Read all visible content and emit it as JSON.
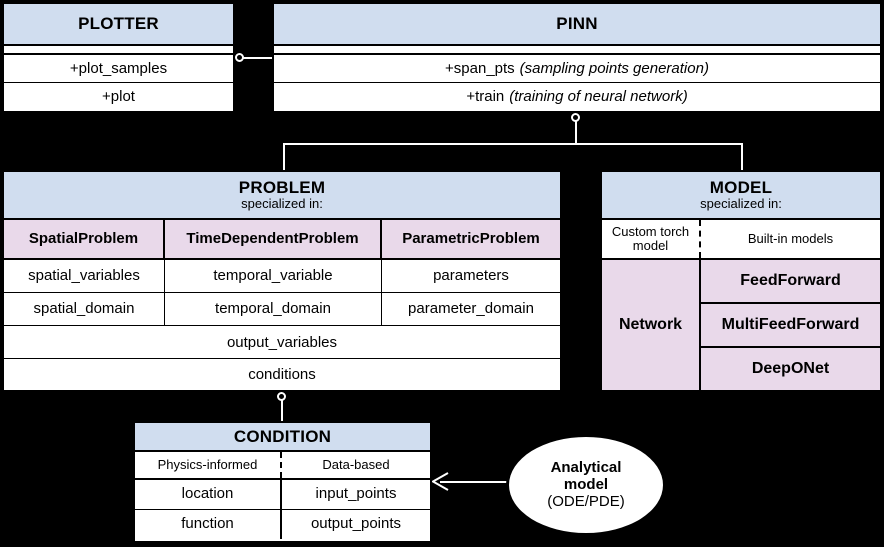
{
  "diagram": {
    "title": "PINA software architecture UML class diagram",
    "background_color": "#000000",
    "header_color": "#d0ddef",
    "accent_color": "#e9d9ea",
    "line_color": "#ffffff"
  },
  "plotter": {
    "title": "PLOTTER",
    "methods": [
      {
        "name": "+plot_samples",
        "note": ""
      },
      {
        "name": "+plot",
        "note": ""
      }
    ]
  },
  "pinn": {
    "title": "PINN",
    "methods": [
      {
        "name": "+span_pts",
        "note": "(sampling points generation)"
      },
      {
        "name": "+train",
        "note": "(training of neural network)"
      }
    ]
  },
  "problem": {
    "title": "PROBLEM",
    "subtitle": "specialized in:",
    "columns": [
      "SpatialProblem",
      "TimeDependentProblem",
      "ParametricProblem"
    ],
    "attributes": [
      [
        "spatial_variables",
        "temporal_variable",
        "parameters"
      ],
      [
        "spatial_domain",
        "temporal_domain",
        "parameter_domain"
      ]
    ],
    "shared_attributes": [
      "output_variables",
      "conditions"
    ]
  },
  "model": {
    "title": "MODEL",
    "subtitle": "specialized in:",
    "left_header": "Custom torch model",
    "right_header": "Built-in models",
    "left_item": "Network",
    "right_items": [
      "FeedForward",
      "MultiFeedForward",
      "DeepONet"
    ]
  },
  "condition": {
    "title": "CONDITION",
    "left_header": "Physics-informed",
    "right_header": "Data-based",
    "rows": [
      {
        "left": "location",
        "right": "input_points"
      },
      {
        "left": "function",
        "right": "output_points"
      }
    ]
  },
  "analytical": {
    "line1": "Analytical",
    "line2": "model",
    "line3": "(ODE/PDE)"
  }
}
